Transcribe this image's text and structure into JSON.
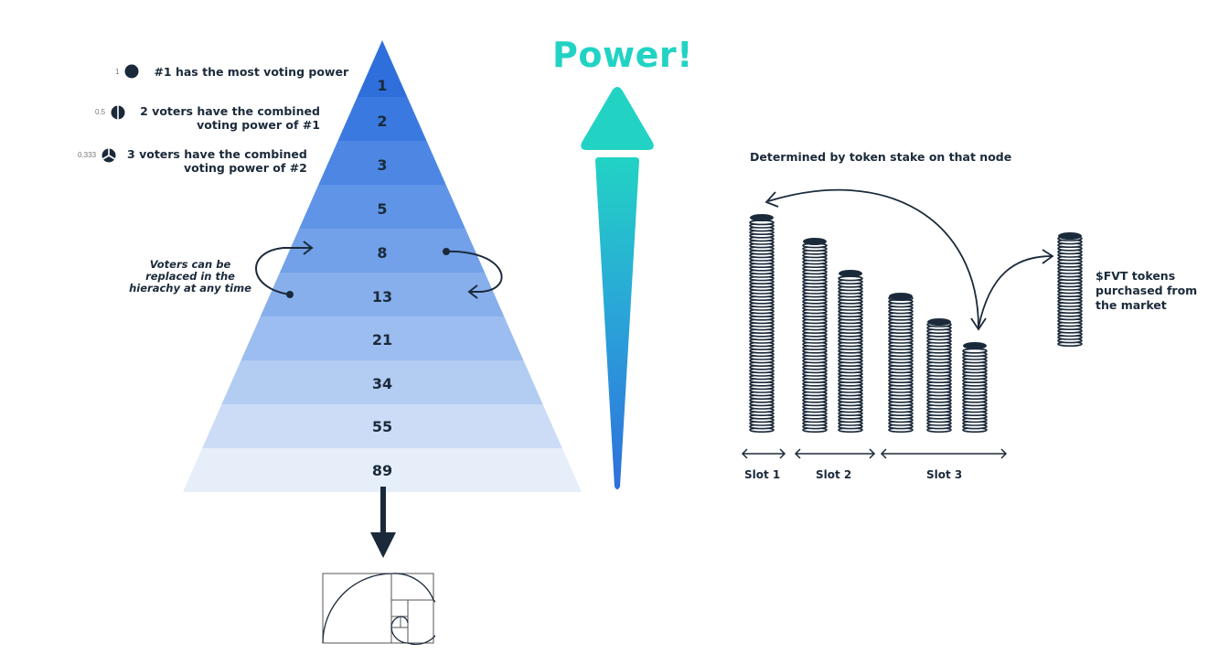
{
  "legend": [
    {
      "weight": "1",
      "text_line1": "#1 has the most voting power",
      "text_line2": "",
      "icon": "full-circle-icon"
    },
    {
      "weight": "0.5",
      "text_line1": "2 voters have the combined",
      "text_line2": "voting power of #1",
      "icon": "half-circle-icon"
    },
    {
      "weight": "0.333",
      "text_line1": "3 voters have the combined",
      "text_line2": "voting power of #2",
      "icon": "third-circle-icon"
    }
  ],
  "pyramid": {
    "tiers": [
      "1",
      "2",
      "3",
      "5",
      "8",
      "13",
      "21",
      "34",
      "55",
      "89"
    ]
  },
  "replace_note": [
    "Voters can be",
    "replaced in the",
    "hierachy at any time"
  ],
  "power_title": "Power!",
  "stake_note": "Determined by token stake on that node",
  "market_note": [
    "$FVT tokens",
    "purchased from",
    "the market"
  ],
  "slots": [
    "Slot 1",
    "Slot 2",
    "Slot 3"
  ],
  "colors": {
    "accent_teal": "#22d3c4",
    "pyramid_top": "#2f6fdc",
    "pyramid_bottom": "#e8f0fb",
    "ink": "#1b2a3a"
  },
  "icons": [
    "golden-spiral-icon",
    "down-arrow-icon",
    "coin-stack-icon"
  ]
}
